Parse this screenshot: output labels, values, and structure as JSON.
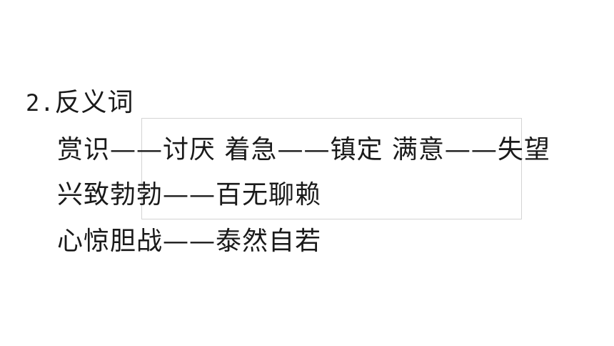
{
  "heading": {
    "number": "2.",
    "title": "反义词"
  },
  "rows": [
    "赏识——讨厌 着急——镇定 满意——失望",
    "兴致勃勃——百无聊赖",
    "心惊胆战——泰然自若"
  ]
}
